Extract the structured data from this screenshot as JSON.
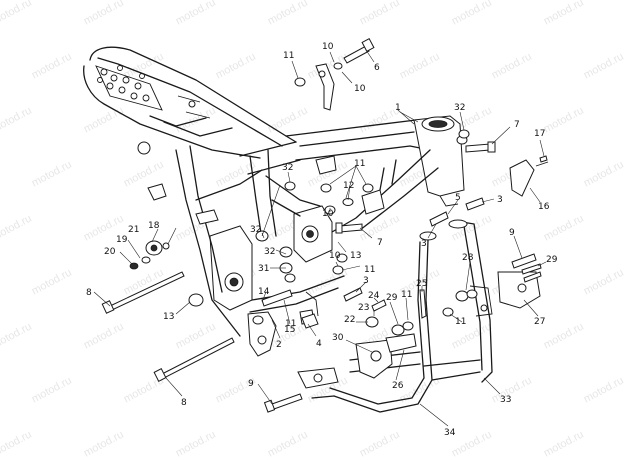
{
  "watermark": "motod.ru",
  "callouts": [
    {
      "id": "c1",
      "label": "1"
    },
    {
      "id": "c2",
      "label": "2"
    },
    {
      "id": "c3a",
      "label": "3"
    },
    {
      "id": "c3b",
      "label": "3"
    },
    {
      "id": "c3c",
      "label": "3"
    },
    {
      "id": "c4",
      "label": "4"
    },
    {
      "id": "c5",
      "label": "5"
    },
    {
      "id": "c6",
      "label": "6"
    },
    {
      "id": "c7a",
      "label": "7"
    },
    {
      "id": "c7b",
      "label": "7"
    },
    {
      "id": "c8a",
      "label": "8"
    },
    {
      "id": "c8b",
      "label": "8"
    },
    {
      "id": "c9a",
      "label": "9"
    },
    {
      "id": "c9b",
      "label": "9"
    },
    {
      "id": "c10a",
      "label": "10"
    },
    {
      "id": "c10b",
      "label": "10"
    },
    {
      "id": "c10c",
      "label": "10"
    },
    {
      "id": "c10d",
      "label": "10"
    },
    {
      "id": "c11a",
      "label": "11"
    },
    {
      "id": "c11b",
      "label": "11"
    },
    {
      "id": "c11c",
      "label": "11"
    },
    {
      "id": "c11d",
      "label": "11"
    },
    {
      "id": "c11e",
      "label": "11"
    },
    {
      "id": "c11f",
      "label": "11"
    },
    {
      "id": "c12",
      "label": "12"
    },
    {
      "id": "c13a",
      "label": "13"
    },
    {
      "id": "c13b",
      "label": "13"
    },
    {
      "id": "c14",
      "label": "14"
    },
    {
      "id": "c15",
      "label": "15"
    },
    {
      "id": "c16",
      "label": "16"
    },
    {
      "id": "c17",
      "label": "17"
    },
    {
      "id": "c18",
      "label": "18"
    },
    {
      "id": "c19",
      "label": "19"
    },
    {
      "id": "c20",
      "label": "20"
    },
    {
      "id": "c21",
      "label": "21"
    },
    {
      "id": "c22",
      "label": "22"
    },
    {
      "id": "c23",
      "label": "23"
    },
    {
      "id": "c24",
      "label": "24"
    },
    {
      "id": "c25",
      "label": "25"
    },
    {
      "id": "c26",
      "label": "26"
    },
    {
      "id": "c27",
      "label": "27"
    },
    {
      "id": "c28",
      "label": "28"
    },
    {
      "id": "c29a",
      "label": "29"
    },
    {
      "id": "c29b",
      "label": "29"
    },
    {
      "id": "c30",
      "label": "30"
    },
    {
      "id": "c31",
      "label": "31"
    },
    {
      "id": "c32a",
      "label": "32"
    },
    {
      "id": "c32b",
      "label": "32"
    },
    {
      "id": "c32c",
      "label": "32"
    },
    {
      "id": "c32d",
      "label": "32"
    },
    {
      "id": "c33",
      "label": "33"
    },
    {
      "id": "c34",
      "label": "34"
    }
  ]
}
